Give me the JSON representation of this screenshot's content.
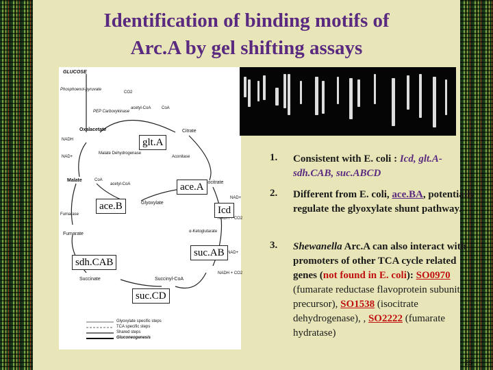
{
  "title": {
    "line1": "Identification of binding motifs  of",
    "line2": "Arc.A by gel shifting assays"
  },
  "pathway": {
    "labels": {
      "glucose": "GLUCOSE",
      "pep_carboxykinase": "PEP Carboxykinase",
      "phosphoenol": "Phosphoenol-pyruvate",
      "co2": "CO2",
      "acetyl_coa": "acetyl-CoA",
      "coa": "CoA",
      "oxalacetate": "Oxalacetate",
      "citrate": "Citrate",
      "nadh": "NADH",
      "malate_dh": "Malate Dehydrogenase",
      "nad": "NAD+",
      "aconitase": "Aconitase",
      "malate": "Malate",
      "coa2": "CoA",
      "acetyl_coa2": "acetyl-CoA",
      "isocitrate": "Isocitrate",
      "glyoxylate": "Glyoxylate",
      "fumarase": "Fumarase",
      "nad2": "NAD+",
      "nadh_co2": "NADH + CO2",
      "fumarate": "Fumarate",
      "ketoglutarate": "α-Ketoglutarate",
      "succinate": "Succinate",
      "succinyl_coa": "Succinyl-CoA",
      "nad3": "NAD+",
      "nadh_co2b": "NADH + CO2"
    },
    "legend": [
      "Glyoxylate specific steps",
      "TCA specific steps",
      "Shared steps",
      "Gluconeogenesis"
    ],
    "gene_boxes": {
      "glt": "glt.A",
      "ace_a": "ace.A",
      "ace_b": "ace.B",
      "icd": "Icd",
      "suc_ab": "suc.AB",
      "sdh": "sdh.CAB",
      "suc_cd": "suc.CD"
    }
  },
  "items": [
    {
      "num": "1.",
      "pre": "Consistent with E. coli :  ",
      "genes": "Icd,  glt.A-sdh.CAB, suc.ABCD"
    },
    {
      "num": "2.",
      "pre": "Different from E. coli, ",
      "genes": "ace.BA",
      "post": ", potentially regulate the glyoxylate shunt pathway."
    },
    {
      "num": "3.",
      "s1": "Shewanella",
      "s2": " Arc.A can also interact with promoters of other TCA cycle related genes (",
      "s3": "not found in E. coli",
      "s4": "):",
      "g1": "SO0970",
      "d1": " (fumarate reductase flavoprotein subunit precursor),",
      "g2": "SO1538",
      "d2": "  (isocitrate dehydrogenase), ,",
      "g3": "SO2222",
      "d3": " (fumarate hydratase)"
    }
  ],
  "page_number": "25"
}
